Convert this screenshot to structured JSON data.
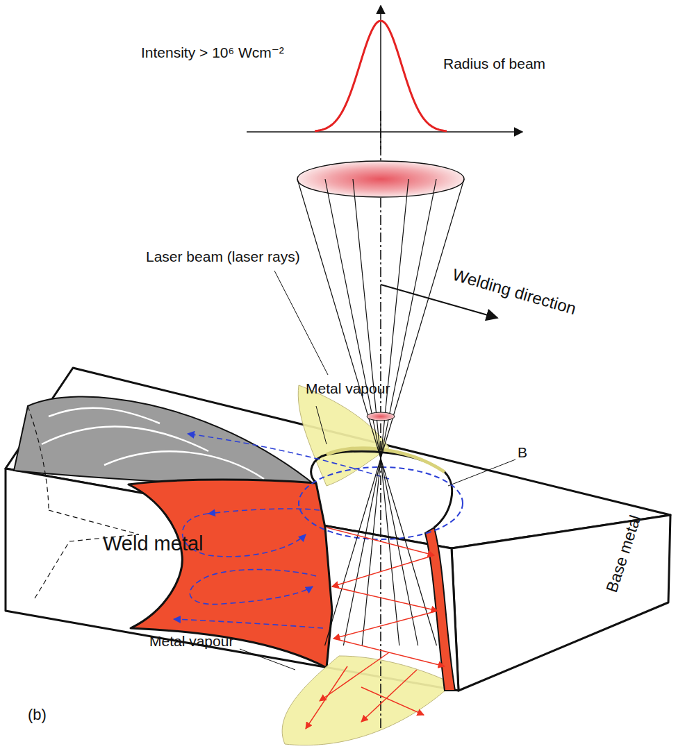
{
  "diagram": {
    "labels": [
      "Intensity > 10⁶ Wcm⁻²",
      "Radius of beam",
      "Laser beam (laser rays)",
      "Welding direction",
      "Metal vapour",
      "B",
      "Weld metal",
      "Metal vapour",
      "Base metal",
      "(b)"
    ]
  }
}
